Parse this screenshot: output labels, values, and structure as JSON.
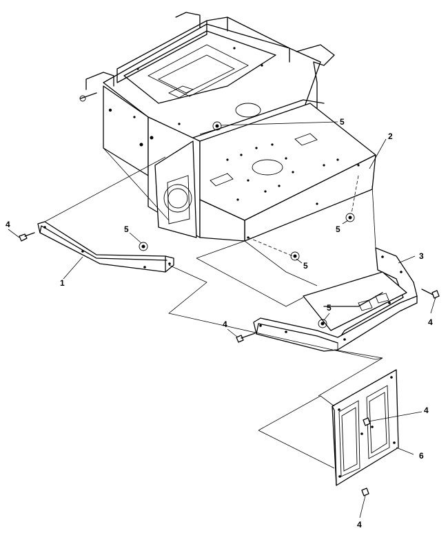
{
  "callouts": {
    "part_1": "1",
    "part_2": "2",
    "part_3": "3",
    "part_4_left": "4",
    "part_4_mid": "4",
    "part_4_right": "4",
    "part_4_plate": "4",
    "part_4_bottom": "4",
    "part_5_top": "5",
    "part_5_left": "5",
    "part_5_mid": "5",
    "part_5_right": "5",
    "part_5_bracket": "5",
    "part_6": "6"
  },
  "colors": {
    "line": "#000000",
    "background": "#ffffff"
  }
}
